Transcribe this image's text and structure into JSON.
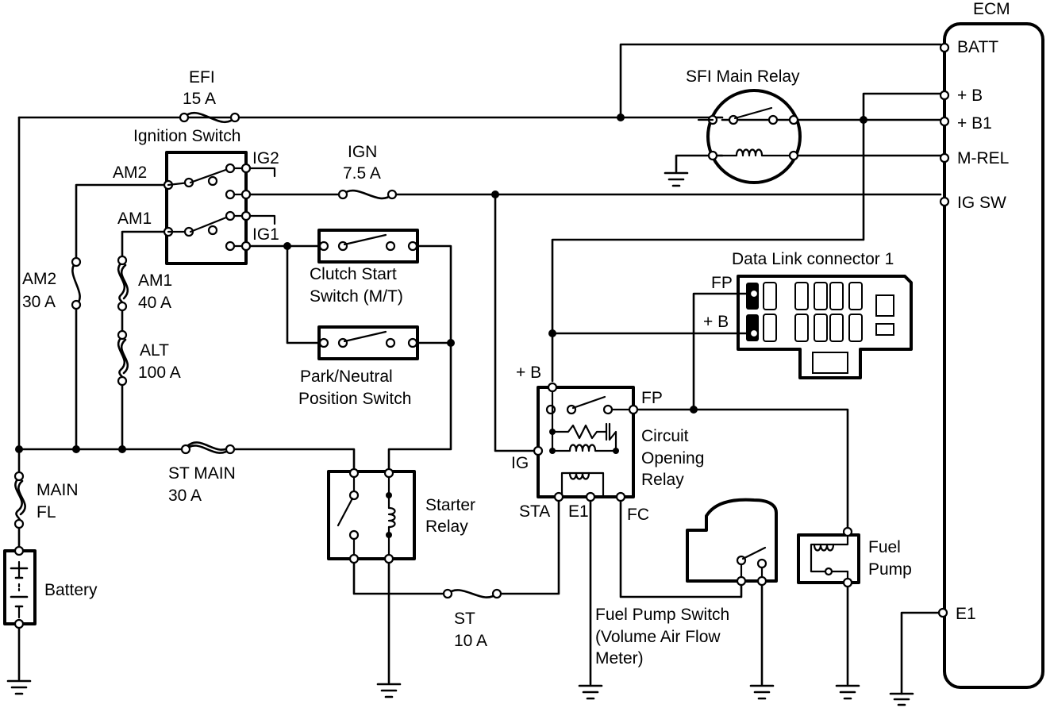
{
  "ecm": {
    "title": "ECM",
    "pins": {
      "batt": "BATT",
      "plus_b": "+ B",
      "plus_b1": "+ B1",
      "m_rel": "M-REL",
      "ig_sw": "IG SW",
      "e1": "E1"
    }
  },
  "fuses": {
    "efi_name": "EFI",
    "efi_rating": "15 A",
    "ign_name": "IGN",
    "ign_rating": "7.5 A",
    "am2_name": "AM2",
    "am2_rating": "30 A",
    "am1_name": "AM1",
    "am1_rating": "40 A",
    "alt_name": "ALT",
    "alt_rating": "100 A",
    "st_main_name": "ST MAIN",
    "st_main_rating": "30 A",
    "main_name": "MAIN",
    "main_type": "FL",
    "st_name": "ST",
    "st_rating": "10 A"
  },
  "ignition_switch": {
    "title": "Ignition Switch",
    "am2": "AM2",
    "am1": "AM1",
    "ig2": "IG2",
    "ig1": "IG1"
  },
  "sfi_main_relay": {
    "title": "SFI Main Relay"
  },
  "data_link": {
    "title": "Data Link connector 1",
    "fp": "FP",
    "plus_b": "+ B"
  },
  "clutch_switch": {
    "line1": "Clutch Start",
    "line2": "Switch (M/T)"
  },
  "pn_switch": {
    "line1": "Park/Neutral",
    "line2": "Position Switch"
  },
  "circuit_opening_relay": {
    "line1": "Circuit",
    "line2": "Opening",
    "line3": "Relay",
    "plus_b": "+ B",
    "fp": "FP",
    "ig": "IG",
    "sta": "STA",
    "e1": "E1",
    "fc": "FC"
  },
  "starter_relay": {
    "line1": "Starter",
    "line2": "Relay"
  },
  "battery": {
    "label": "Battery"
  },
  "fuel_pump": {
    "line1": "Fuel",
    "line2": "Pump"
  },
  "fuel_pump_switch": {
    "line1": "Fuel Pump Switch",
    "line2": "(Volume Air Flow",
    "line3": "Meter)"
  }
}
